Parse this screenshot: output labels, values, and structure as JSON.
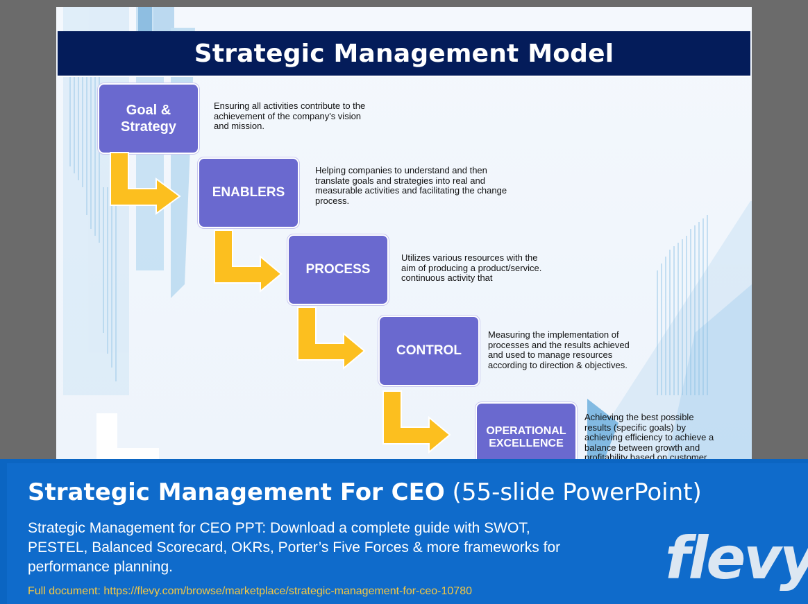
{
  "slide": {
    "title": "Strategic Management Model",
    "steps": [
      {
        "label": "Goal &\nStrategy",
        "description": "Ensuring all activities contribute to the\nachievement of the company's vision\nand mission."
      },
      {
        "label": "ENABLERS",
        "description": "Helping companies to understand and then\n translate goals and strategies into real and\n measurable activities and facilitating the change\n process."
      },
      {
        "label": "PROCESS",
        "description": "Utilizes various resources with the\naim of producing a product/service.\ncontinuous activity that"
      },
      {
        "label": "CONTROL",
        "description": "Measuring the implementation of\nprocesses and the results achieved\nand used to manage resources\naccording to direction & objectives."
      },
      {
        "label": "OPERATIONAL\nEXCELLENCE",
        "description": "Achieving the best possible\nresults (specific goals) by\nachieving efficiency to achieve a\nbalance between growth and\nprofitability based on customer"
      }
    ],
    "colors": {
      "title_bar": "#041c5a",
      "step_box": "#6a69cf",
      "arrow": "#fcbf1f"
    }
  },
  "banner": {
    "title_bold": "Strategic Management For CEO",
    "title_suffix": " (55-slide PowerPoint)",
    "description": "Strategic Management for CEO PPT: Download a complete guide with SWOT, PESTEL, Balanced Scorecard, OKRs, Porter’s Five Forces & more frameworks for performance planning.",
    "link": "Full document: https://flevy.com/browse/marketplace/strategic-management-for-ceo-10780",
    "logo": "flevy",
    "colors": {
      "background": "#0f6bcb",
      "link": "#f3c845"
    }
  }
}
